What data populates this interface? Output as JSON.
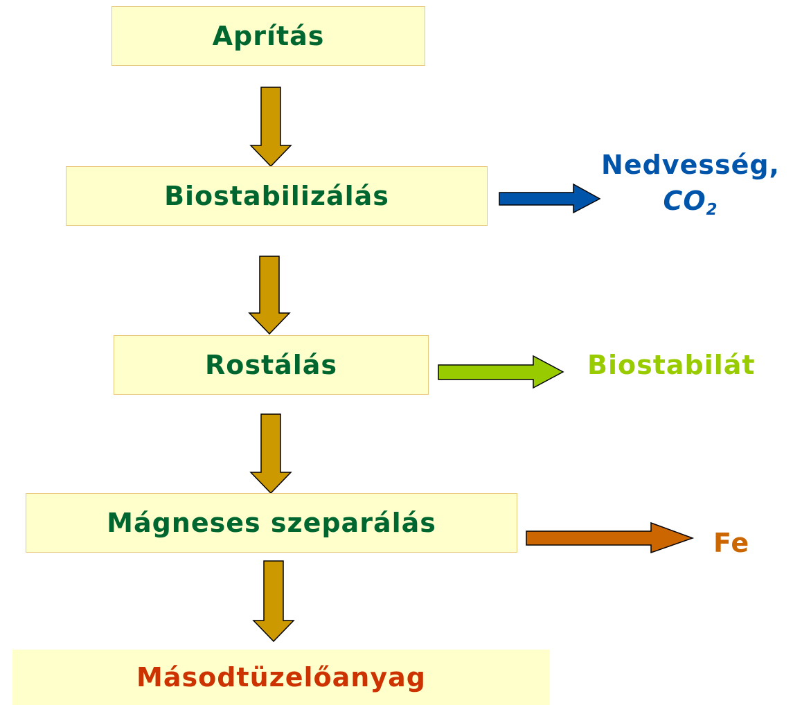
{
  "steps": [
    {
      "label": "Aprítás"
    },
    {
      "label": "Biostabilizálás"
    },
    {
      "label": "Rostálás"
    },
    {
      "label": "Mágneses szeparálás"
    },
    {
      "label": "Másodtüzelőanyag"
    }
  ],
  "outputs": {
    "moisture": {
      "line1": "Nedvesség,",
      "co2_main": "CO",
      "co2_sub": "2"
    },
    "biostabilat": {
      "label": "Biostabilát"
    },
    "iron": {
      "label": "Fe"
    }
  },
  "colors": {
    "box_fill": "#ffffcc",
    "box_border": "#e8c77a",
    "step_text": "#00662f",
    "final_text": "#cc3300",
    "down_arrow": "#cc9900",
    "moisture_arrow": "#0055aa",
    "moisture_text": "#0055aa",
    "biostabilat_arrow": "#99cc00",
    "biostabilat_text": "#99cc00",
    "iron_arrow": "#cc6600",
    "iron_text": "#cc6600"
  }
}
